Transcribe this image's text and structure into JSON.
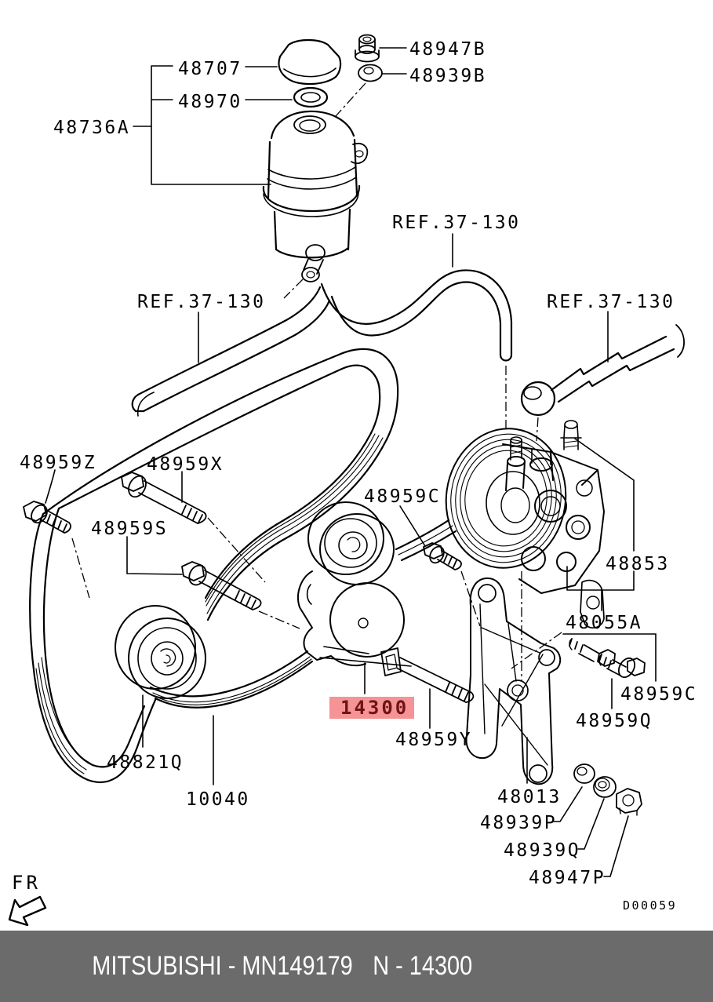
{
  "diagram": {
    "ref_label": "REF.37-130",
    "fr_label": "FR",
    "drawing_code": "D00059",
    "highlight": {
      "part_no": "14300",
      "bg": "#F59396",
      "fg": "#6E1414"
    },
    "parts": {
      "p48707": "48707",
      "p48970": "48970",
      "p48736A": "48736A",
      "p48947B": "48947B",
      "p48939B": "48939B",
      "p48959Z": "48959Z",
      "p48959X": "48959X",
      "p48959S": "48959S",
      "p48959C": "48959C",
      "p48853": "48853",
      "p48055A": "48055A",
      "p48959Y": "48959Y",
      "p48959Q": "48959Q",
      "p48821Q": "48821Q",
      "p10040": "10040",
      "p48013": "48013",
      "p48939P": "48939P",
      "p48939Q": "48939Q",
      "p48947P": "48947P"
    },
    "colors": {
      "line": "#000000",
      "background": "#FFFFFF"
    }
  },
  "footer": {
    "brand_part": "MITSUBISHI - MN149179",
    "number": "N - 14300",
    "bg": "#6B6B6B",
    "fg": "#FFFFFF"
  }
}
